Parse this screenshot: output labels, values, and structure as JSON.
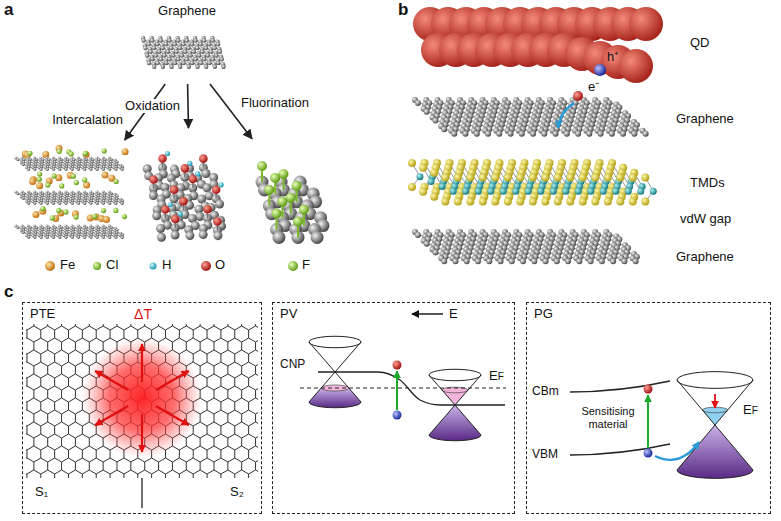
{
  "diagram": {
    "nodes": [
      {
        "text": [
          "Graphene"
        ]
      },
      {
        "text": [
          "Fe",
          "Cl"
        ]
      },
      {
        "text": [
          "H",
          "O"
        ]
      },
      {
        "text": [
          "F"
        ]
      },
      {
        "text": [
          "PTE",
          "ΔT",
          "S₁",
          "S₂"
        ]
      },
      {
        "text": [
          "PV",
          "E",
          "CNP",
          "EF"
        ]
      },
      {
        "text": [
          "PG",
          "CBm",
          "Sensitising material",
          "VBM",
          "EF"
        ]
      }
    ],
    "edges": [
      {
        "from": 0,
        "to": 1,
        "arrow": "to",
        "label": "Intercalation"
      },
      {
        "from": 0,
        "to": 2,
        "arrow": "to",
        "label": "Oxidation"
      },
      {
        "from": 0,
        "to": 3,
        "arrow": "to",
        "label": "Fluorination"
      }
    ],
    "labels": [
      "a",
      "b",
      "c",
      "QD",
      "h⁺",
      "e⁻",
      "Graphene",
      "TMDs",
      "vdW gap",
      "Graphene"
    ]
  }
}
